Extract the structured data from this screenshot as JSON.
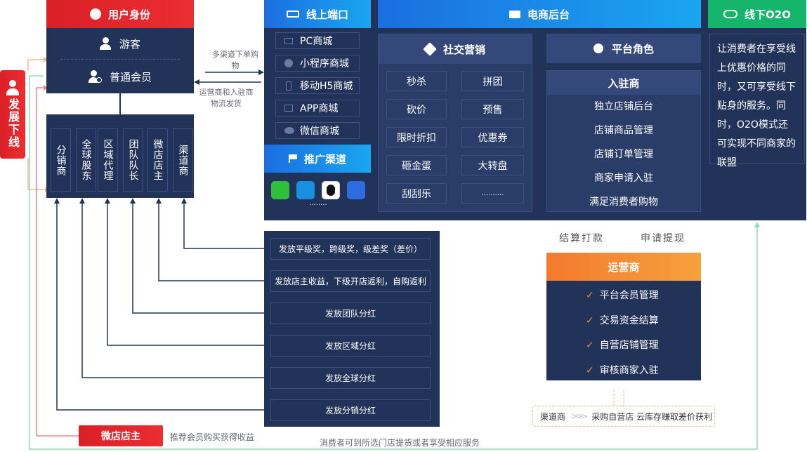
{
  "left_tab": {
    "label": "发展下线"
  },
  "user_identity": {
    "title": "用户身份",
    "guest": "游客",
    "member": "普通会员"
  },
  "channels": [
    "分销商",
    "全球股东",
    "区域代理",
    "团队队长",
    "微店店主",
    "渠道商"
  ],
  "arrow_labels": {
    "multi_channel": "多渠道下单购物",
    "operator_ship": "运营商和入驻商物流发货"
  },
  "online_ports": {
    "title": "线上端口",
    "items": [
      "PC商城",
      "小程序商城",
      "移动H5商城",
      "APP商城",
      "微信商城"
    ]
  },
  "promo_channels": {
    "title": "推广渠道",
    "more": "........"
  },
  "ecommerce_backend": {
    "title": "电商后台"
  },
  "social_marketing": {
    "title": "社交营销",
    "items": [
      "秒杀",
      "拼团",
      "砍价",
      "预售",
      "限时折扣",
      "优惠券",
      "砸金蛋",
      "大转盘",
      "刮刮乐",
      ".........."
    ]
  },
  "platform_roles": {
    "title": "平台角色",
    "sub_title": "入驻商",
    "items": [
      "独立店铺后台",
      "店铺商品管理",
      "店铺订单管理",
      "商家申请入驻",
      "满足消费者购物"
    ]
  },
  "o2o": {
    "title": "线下O2O",
    "desc": "让消费者在享受线上优惠价格的同时，又可享受线下贴身的服务。同时，O2O模式还可实现不同商家的联盟"
  },
  "settlement": {
    "left": "结算打款",
    "right": "申请提现"
  },
  "operator": {
    "title": "运营商",
    "items": [
      "平台会员管理",
      "交易资金结算",
      "自营店铺管理",
      "审核商家入驻"
    ]
  },
  "awards": [
    "发放平级奖，跨级奖，级差奖（差价）",
    "发放店主收益，下级开店返利，自购返利",
    "发放团队分红",
    "发放区域分红",
    "发放全球分红",
    "发放分销分红"
  ],
  "weidian_owner": {
    "label": "微店店主",
    "desc": "推荐会员购买获得收益"
  },
  "bottom_note": "消费者可到所选门店提货或者享受相应服务",
  "channel_note": {
    "left": "渠道商",
    "right": "采购自营店 云库存赚取差价获利"
  },
  "colors": {
    "navy": "#22335a",
    "red": "#e02a2e",
    "blue": "#1b7be6",
    "green": "#15b56b",
    "orange": "#f6862f"
  }
}
